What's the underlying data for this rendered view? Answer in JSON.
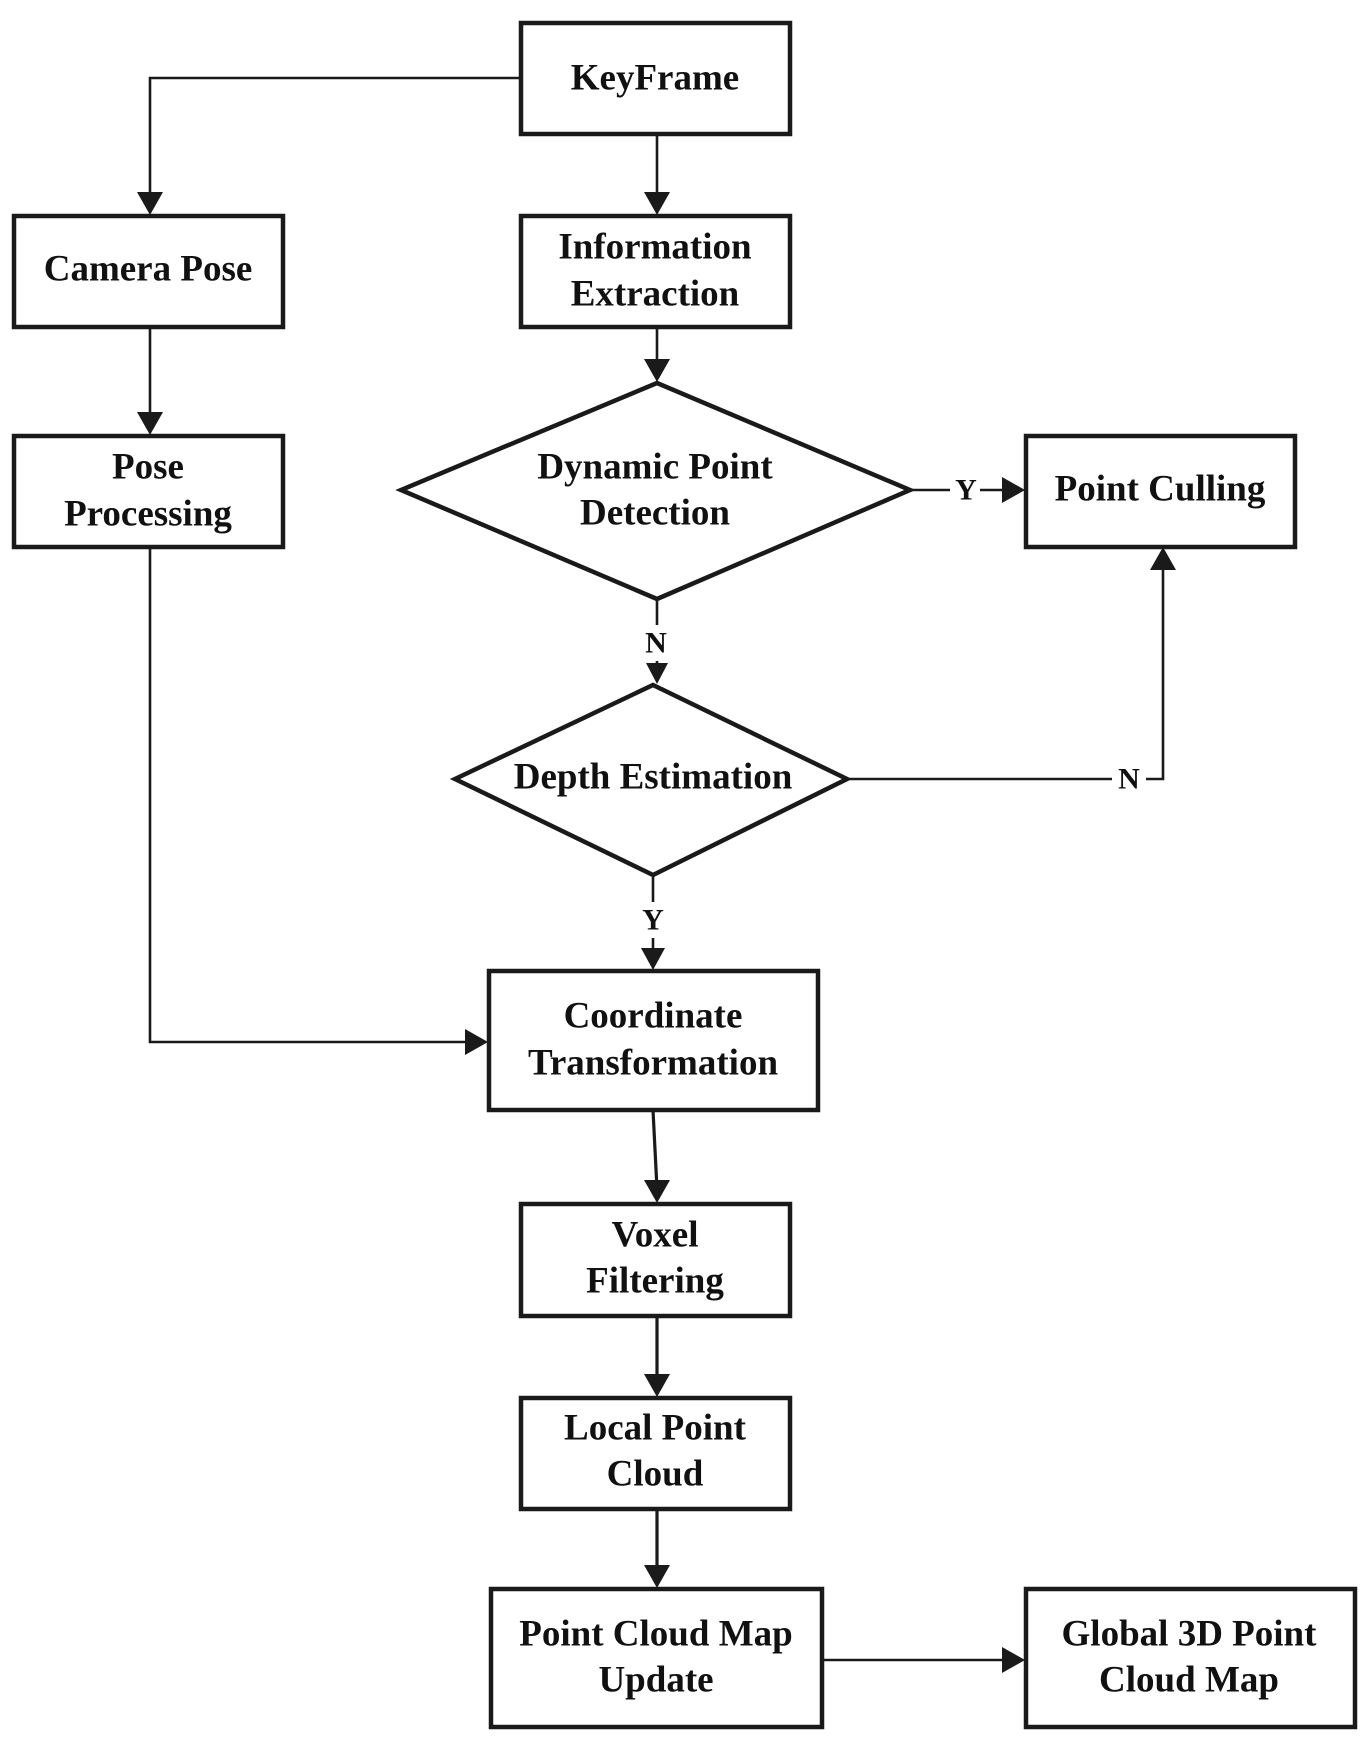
{
  "nodes": {
    "keyframe": {
      "line1": "KeyFrame"
    },
    "camera_pose": {
      "line1": "Camera Pose"
    },
    "information_extraction": {
      "line1": "Information",
      "line2": "Extraction"
    },
    "pose_processing": {
      "line1": "Pose",
      "line2": "Processing"
    },
    "dynamic_point_detection": {
      "line1": "Dynamic Point",
      "line2": "Detection"
    },
    "point_culling": {
      "line1": "Point Culling"
    },
    "depth_estimation": {
      "line1": "Depth Estimation"
    },
    "coordinate_transformation": {
      "line1": "Coordinate",
      "line2": "Transformation"
    },
    "voxel_filtering": {
      "line1": "Voxel",
      "line2": "Filtering"
    },
    "local_point_cloud": {
      "line1": "Local Point",
      "line2": "Cloud"
    },
    "point_cloud_map_update": {
      "line1": "Point Cloud Map",
      "line2": "Update"
    },
    "global_3d_point_cloud_map": {
      "line1": "Global 3D Point",
      "line2": "Cloud Map"
    }
  },
  "edge_labels": {
    "dynamic_yes": "Y",
    "dynamic_no": "N",
    "depth_no": "N",
    "depth_yes": "Y"
  },
  "colors": {
    "stroke": "#1a1a1a",
    "text": "#111111",
    "background": "#ffffff"
  }
}
